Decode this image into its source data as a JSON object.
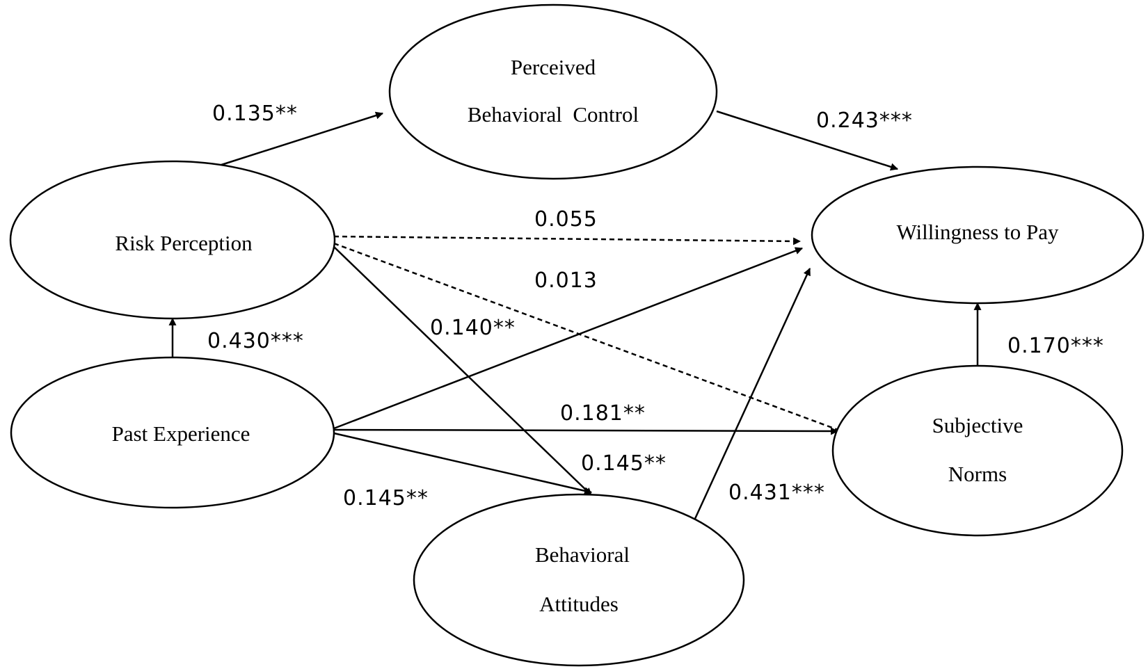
{
  "diagram": {
    "nodes": [
      {
        "id": "pbc",
        "lines": [
          "Perceived",
          "Behavioral  Control"
        ]
      },
      {
        "id": "rp",
        "lines": [
          "Risk Perception"
        ]
      },
      {
        "id": "wtp",
        "lines": [
          "Willingness to Pay"
        ]
      },
      {
        "id": "pe",
        "lines": [
          "Past Experience"
        ]
      },
      {
        "id": "sn",
        "lines": [
          "Subjective",
          "Norms"
        ]
      },
      {
        "id": "ba",
        "lines": [
          "Behavioral",
          "Attitudes"
        ]
      }
    ],
    "edges": [
      {
        "id": "rp-pbc",
        "from": "rp",
        "to": "pbc",
        "label": "0.135**",
        "style": "solid"
      },
      {
        "id": "pbc-wtp",
        "from": "pbc",
        "to": "wtp",
        "label": "0.243***",
        "style": "solid"
      },
      {
        "id": "rp-wtp",
        "from": "rp",
        "to": "wtp",
        "label": "0.055",
        "style": "dashed"
      },
      {
        "id": "rp-sn",
        "from": "rp",
        "to": "sn",
        "label": "0.013",
        "style": "dashed"
      },
      {
        "id": "rp-ba",
        "from": "rp",
        "to": "ba",
        "label": "0.140**",
        "style": "solid"
      },
      {
        "id": "pe-rp",
        "from": "pe",
        "to": "rp",
        "label": "0.430***",
        "style": "solid"
      },
      {
        "id": "pe-wtp",
        "from": "pe",
        "to": "wtp",
        "label": "0.145**",
        "style": "solid"
      },
      {
        "id": "pe-sn",
        "from": "pe",
        "to": "sn",
        "label": "0.181**",
        "style": "solid"
      },
      {
        "id": "pe-ba",
        "from": "pe",
        "to": "ba",
        "label": "0.145**",
        "style": "solid"
      },
      {
        "id": "ba-wtp",
        "from": "ba",
        "to": "wtp",
        "label": "0.431***",
        "style": "solid"
      },
      {
        "id": "sn-wtp",
        "from": "sn",
        "to": "wtp",
        "label": "0.170***",
        "style": "solid"
      }
    ]
  }
}
